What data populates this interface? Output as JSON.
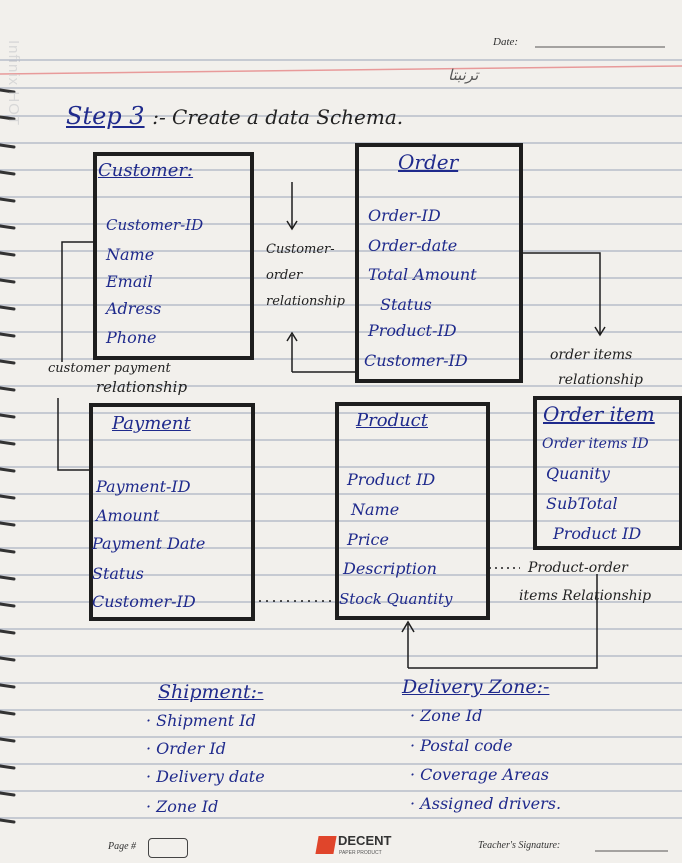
{
  "header": {
    "date_label": "Date:",
    "watermark": "Infinix HOT"
  },
  "title": {
    "step": "Step 3",
    "rest": ":- Create a data Schema."
  },
  "scribble": "ترنبتا",
  "tables": {
    "customer": {
      "title": "Customer:",
      "fields": [
        "Customer-ID",
        "Name",
        "Email",
        "Adress",
        "Phone"
      ]
    },
    "order": {
      "title": "Order",
      "fields": [
        "Order-ID",
        "Order-date",
        "Total Amount",
        "Status",
        "Product-ID",
        "Customer-ID"
      ]
    },
    "payment": {
      "title": "Payment",
      "fields": [
        "Payment-ID",
        "Amount",
        "Payment Date",
        "Status",
        "Customer-ID"
      ]
    },
    "product": {
      "title": "Product",
      "fields": [
        "Product ID",
        "Name",
        "Price",
        "Description",
        "Stock Quantity"
      ]
    },
    "order_item": {
      "title": "Order item",
      "fields": [
        "Order items ID",
        "Quanity",
        "SubTotal",
        "Product ID"
      ]
    }
  },
  "relationships": {
    "customer_order": [
      "Customer-",
      "order",
      "relationship"
    ],
    "customer_payment": [
      "customer payment",
      "relationship"
    ],
    "order_items": [
      "order items",
      "relationship"
    ],
    "product_order_items": [
      "Product-order",
      "items Relationship"
    ]
  },
  "shipment": {
    "title": "Shipment:-",
    "items": [
      "Shipment Id",
      "Order Id",
      "Delivery date",
      "Zone Id"
    ]
  },
  "delivery_zone": {
    "title": "Delivery Zone:-",
    "items": [
      "Zone Id",
      "Postal code",
      "Coverage Areas",
      "Assigned drivers."
    ]
  },
  "footer": {
    "page_label": "Page #",
    "brand": "DECENT",
    "brand_sub": "PAPER PRODUCT",
    "teacher": "Teacher's Signature:"
  },
  "colors": {
    "ink_blue": "#1f2a8c",
    "ink_black": "#1e1e1e",
    "paper": "#f2f0ec",
    "rule": "#9aa3b8",
    "margin_red": "#e89a9a"
  }
}
